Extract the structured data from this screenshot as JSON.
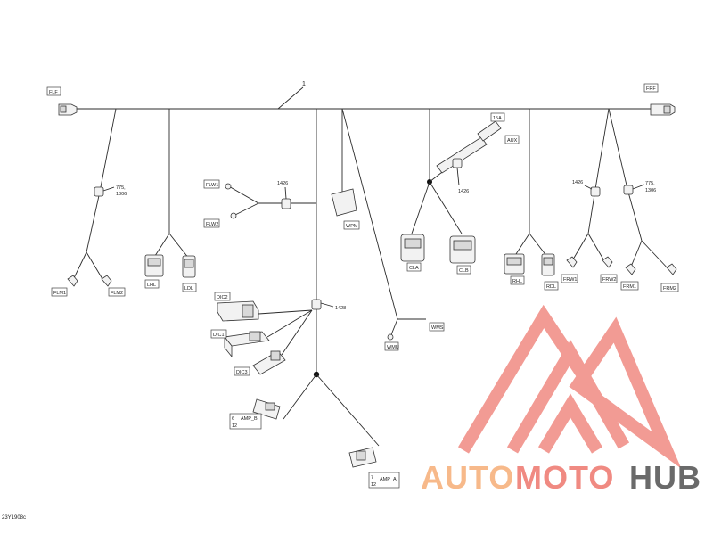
{
  "diagram": {
    "callout_main": "1",
    "labels": {
      "flf": "FLF",
      "frf": "FRF",
      "aux": "AUX",
      "n15a": "15A",
      "flm1": "FLM1",
      "flm2": "FLM2",
      "lhl": "LHL",
      "ldl": "LDL",
      "flw1": "FLW1",
      "flw2": "FLW2",
      "wpm": "WPM",
      "cla": "CLA",
      "clb": "CLB",
      "rhl": "RHL",
      "rdl": "RDL",
      "frw1": "FRW1",
      "frw2": "FRW2",
      "frm1": "FRM1",
      "frm2": "FRM2",
      "dic2": "DIC2",
      "dic1": "DIC1",
      "dic3": "DIC3",
      "wmu": "WMU",
      "wms": "WMS",
      "amp_b": "AMP_B",
      "amp_a": "AMP_A",
      "n12_b": "12",
      "n12_a": "12",
      "n7_a": "7",
      "n6_b": "6"
    },
    "callouts": {
      "c775_left": "775,",
      "c1306_left": "1306",
      "c1426_top": "1426",
      "c1426_aux": "1426",
      "c1426_right": "1426",
      "c775_right": "775,",
      "c1306_right": "1306",
      "c1428": "1428"
    },
    "drawing_code": "23Y1908c"
  },
  "watermark": {
    "part1": "AUTO",
    "part2": "MOTO",
    "part3": "HUB",
    "color_orange": "#f7b98a",
    "color_red": "#f08a82",
    "color_gray": "#6a6a6a"
  }
}
